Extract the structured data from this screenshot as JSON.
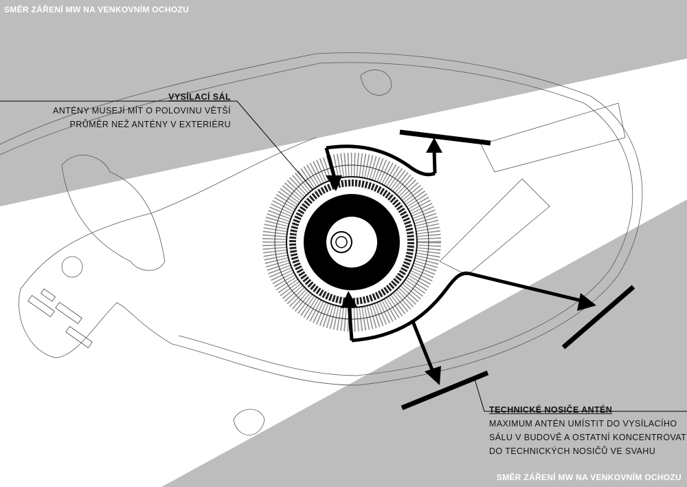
{
  "direction_label_top": "SMĚR ZÁŘENÍ MW NA VENKOVNÍM OCHOZU",
  "direction_label_bottom": "SMĚR ZÁŘENÍ MW NA VENKOVNÍM OCHOZU",
  "hall_note": {
    "title": "VYSÍLACÍ SÁL",
    "lines": [
      "ANTÉNY MUSEJÍ MÍT O POLOVINU VĚTŠÍ",
      "PRŮMĚR NEŽ ANTÉNY V EXTERIÉRU"
    ]
  },
  "masts_note": {
    "title": "TECHNICKÉ NOSIČE ANTÉN",
    "lines": [
      "MAXIMUM ANTÉN UMÍSTIT DO VYSÍLACÍHO",
      "SÁLU V BUDOVĚ A OSTATNÍ KONCENTROVAT",
      "DO TECHNICKÝCH NOSIČŮ VE SVAHU"
    ]
  },
  "colors": {
    "background": "#bdbdbd",
    "beam": "#ffffff",
    "ink": "#000000"
  }
}
